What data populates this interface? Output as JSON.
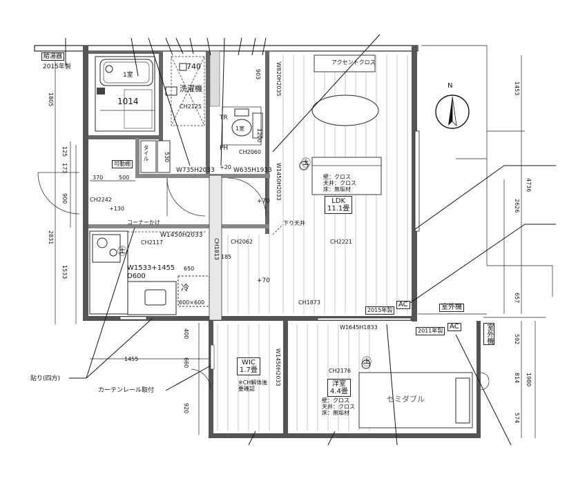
{
  "labels": {
    "water_heater": "給湯器",
    "water_heater_year": "2015年製",
    "bath_unit": "1室",
    "bath_size": "1014",
    "washer_size": "740",
    "washer": "洗濯機",
    "ceiling_ch2125": "CH2125",
    "toilet_tr": "TR",
    "toilet_unit": "1室",
    "ph": "PH",
    "ceiling_ch2060": "CH2060",
    "door_w735": "W735H2033",
    "plus20": "+20",
    "door_w635": "W635H1933",
    "tile_label": "タイル",
    "movable_shelf": "可動棚",
    "dim_370": "370",
    "dim_500": "500",
    "ceiling_ch2242": "CH2242",
    "plus130": "+130",
    "corner_cap": "コーナーかけ",
    "dim_530": "530",
    "dim_1200": "1200",
    "dim_903": "903",
    "window_w820": "W820H2035",
    "window_w1450_ldk": "W1450H2033",
    "plus70_a": "+70",
    "lower_ceiling": "下り天井",
    "door_w1450_kitchen": "W1450H2033",
    "ceiling_ch2117": "CH2117",
    "ceiling_ch2062": "CH2062",
    "ceiling_ch1813": "CH1813",
    "dim_185": "185",
    "dim_650": "650",
    "kitchen_size": "W1533+1455",
    "kitchen_depth": "D600",
    "fridge": "冷",
    "fridge_size": "600×600",
    "plus70_b": "+70",
    "ceiling_ch1873": "CH1873",
    "ceiling_ch2221": "CH2221",
    "ldk_name": "LDK",
    "ldk_size": "11.1畳",
    "ldk_finish_wall": "壁：クロス",
    "ldk_finish_ceiling": "天井：クロス",
    "ldk_finish_floor": "床：無垢材",
    "accent_cloth": "アクセントクロス",
    "north": "N",
    "ac_label_1": "AC",
    "ac_year_1": "2015年製",
    "outdoor_unit_1": "室外機",
    "window_w1645": "W1645H1833",
    "ac_label_2": "AC",
    "ac_year_2": "2011年製",
    "outdoor_unit_2": "室外機",
    "wic_name": "WIC",
    "wic_size": "1.7畳",
    "wic_note_1": "※CH解体後",
    "wic_note_2": "要確認",
    "window_w1450_wic": "W1450H2033",
    "ceiling_ch2176": "CH2176",
    "western_name": "洋室",
    "western_size": "4.4畳",
    "western_finish_wall": "壁：クロス",
    "western_finish_ceiling": "天井：クロス",
    "western_finish_floor": "床：無垢材",
    "semi_double": "セミダブル",
    "paste_note": "貼り(四方)",
    "curtain_note": "カーテンレール取付",
    "dim_1805": "1805",
    "dim_125": "125",
    "dim_173": "173",
    "dim_900": "900",
    "dim_2831": "2831",
    "dim_1533": "1533",
    "dim_1455": "1455",
    "dim_400": "400",
    "dim_660": "660",
    "dim_920": "920",
    "dim_1453": "1453",
    "dim_4736": "4736",
    "dim_2626": "2626",
    "dim_657": "657",
    "dim_592": "592",
    "dim_814": "814",
    "dim_1980": "1980",
    "dim_574": "574",
    "wasakan_mark": "㊏"
  }
}
